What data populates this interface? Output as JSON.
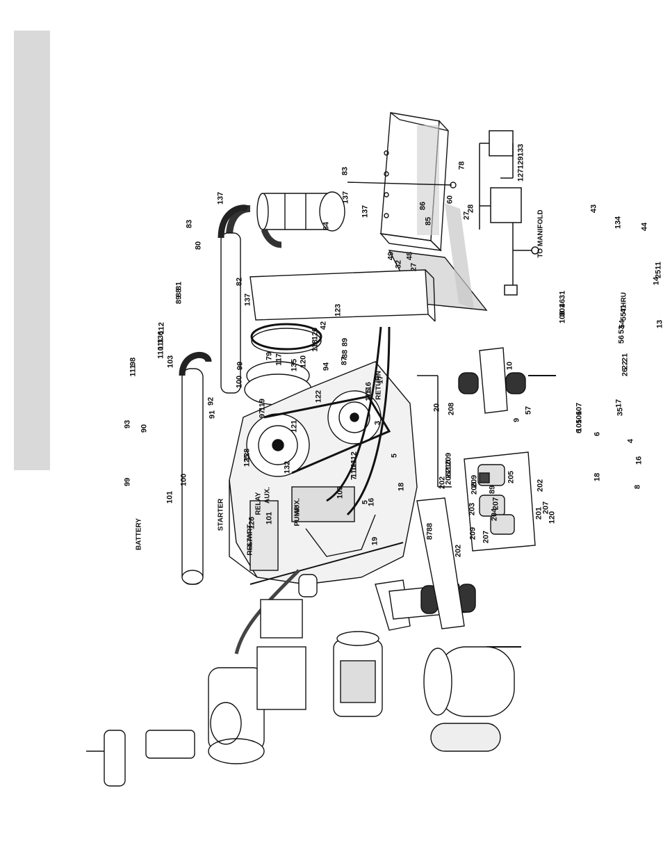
{
  "colors": {
    "ink": "#111111",
    "paper": "#ffffff",
    "tab": "#d9d9d9"
  },
  "callouts": [
    "131",
    "124",
    "77",
    "91",
    "125",
    "95",
    "96",
    "29",
    "52",
    "51",
    "23",
    "24",
    "44",
    "134",
    "43",
    "TO MANIFOLD",
    "133",
    "129",
    "127",
    "78",
    "60",
    "28",
    "27",
    "86",
    "85",
    "48",
    "49",
    "32",
    "27",
    "83",
    "137",
    "84",
    "137",
    "83",
    "137",
    "80",
    "81",
    "88",
    "89",
    "82",
    "137",
    "112",
    "136",
    "111",
    "110",
    "103",
    "98",
    "111",
    "93",
    "90",
    "91",
    "92",
    "99",
    "100",
    "99",
    "BATTERY",
    "100",
    "101",
    "STARTER",
    "126",
    "START",
    "RELAY",
    "AUX.",
    "RELAY",
    "101",
    "AUX.",
    "PUMP",
    "128",
    "125",
    "119",
    "97",
    "132",
    "121",
    "79",
    "117",
    "135",
    "118",
    "120",
    "120",
    "94",
    "122",
    "123",
    "42",
    "89",
    "88",
    "87",
    "116",
    "115",
    "RETURN",
    "17",
    "3",
    "112",
    "111",
    "110",
    "7",
    "109",
    "5",
    "5",
    "18",
    "16",
    "19",
    "20",
    "208",
    "209",
    "210",
    "211",
    "206",
    "202",
    "209",
    "206",
    "89",
    "88",
    "87",
    "202",
    "209",
    "207",
    "207",
    "203",
    "204",
    "205",
    "202",
    "207",
    "201",
    "120",
    "10",
    "9",
    "57",
    "31",
    "46",
    "301",
    "108",
    "107",
    "106",
    "105",
    "6",
    "6",
    "18",
    "16",
    "8",
    "4",
    "17",
    "35",
    "THRU",
    "41",
    "55",
    "54",
    "53",
    "56",
    "21",
    "22",
    "26",
    "11",
    "25",
    "14",
    "13",
    "2",
    "112",
    "111",
    "110",
    "12",
    "103",
    "113",
    "111",
    "114"
  ]
}
